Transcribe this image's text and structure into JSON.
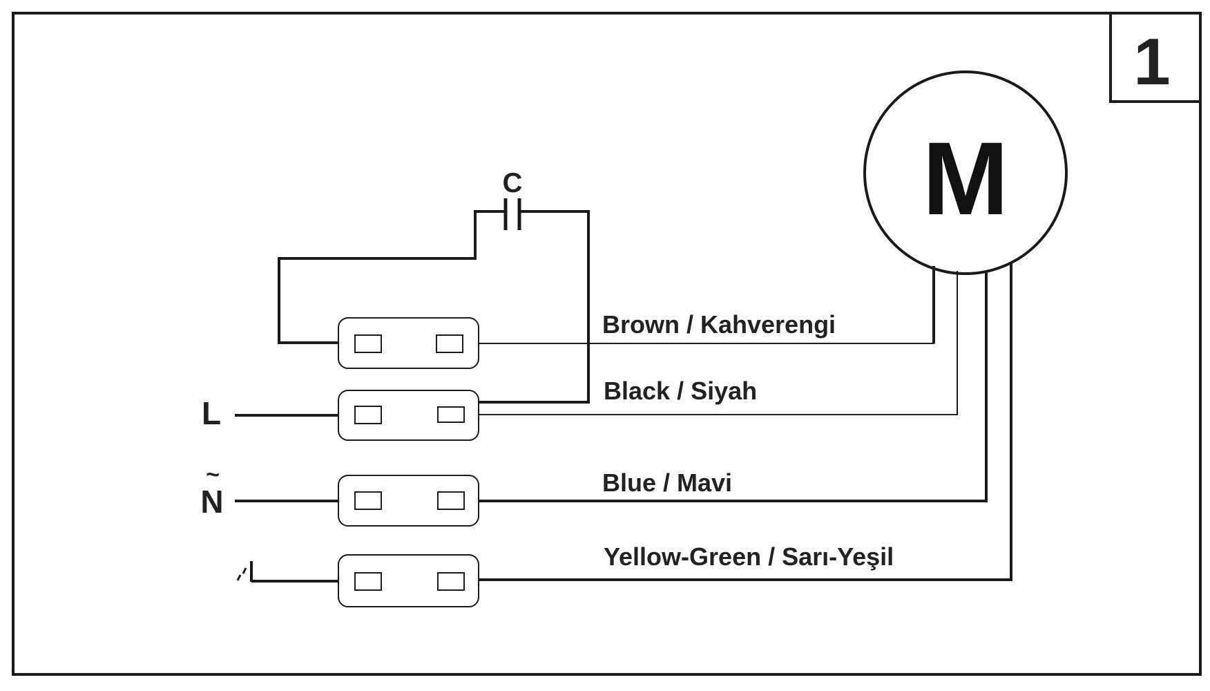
{
  "diagram": {
    "panel_number": "1",
    "motor_label": "M",
    "capacitor_label": "C",
    "terminals": {
      "line": "L",
      "neutral": "N",
      "neutral_mark": "~"
    },
    "wires": [
      {
        "label": "Brown / Kahverengi"
      },
      {
        "label": "Black / Siyah"
      },
      {
        "label": "Blue / Mavi"
      },
      {
        "label": "Yellow-Green / Sarı-Yeşil"
      }
    ],
    "colors": {
      "ink": "#1a1a1a",
      "background": "#ffffff"
    }
  }
}
